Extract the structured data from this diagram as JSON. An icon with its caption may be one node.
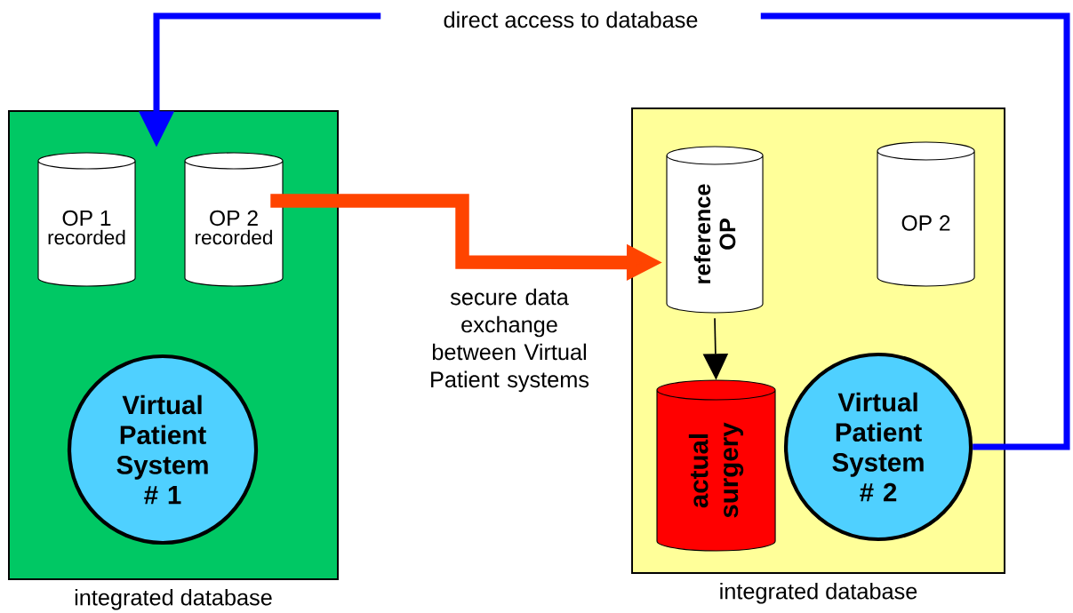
{
  "diagram": {
    "nodes": [
      {
        "text": [
          "integrated database"
        ]
      },
      {
        "text": [
          "OP 1",
          "recorded"
        ],
        "in": 0
      },
      {
        "text": [
          "OP 2",
          "recorded"
        ],
        "in": 0
      },
      {
        "text": [
          "Virtual Patient System # 1"
        ],
        "in": 0
      },
      {
        "text": [
          "integrated database"
        ]
      },
      {
        "text": [
          "reference OP"
        ],
        "in": 4
      },
      {
        "text": [
          "OP 2"
        ],
        "in": 4
      },
      {
        "text": [
          "actual surgery"
        ],
        "in": 4
      },
      {
        "text": [
          "Virtual Patient System # 2"
        ],
        "in": 4
      }
    ],
    "edges": [
      {
        "from": 8,
        "to": 0,
        "arrow": "to",
        "label": "direct access to database",
        "color": "#0000ff"
      },
      {
        "from": 2,
        "to": 5,
        "arrow": "to",
        "label": "secure data exchange between Virtual Patient systems",
        "style": "thick",
        "color": "#ff4400"
      },
      {
        "from": 5,
        "to": 7,
        "arrow": "to",
        "color": "#000000"
      }
    ]
  }
}
